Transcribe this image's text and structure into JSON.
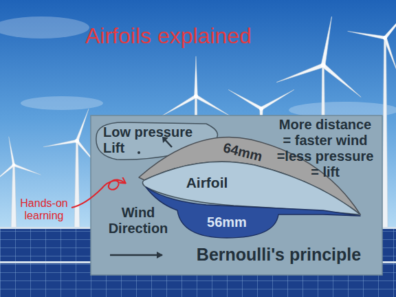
{
  "diagram": {
    "title": "Airfoils explained",
    "nodes": [
      {
        "text": [
          "Low pressure Lift"
        ]
      },
      {
        "text": [
          "64mm"
        ]
      },
      {
        "text": [
          "Airfoil"
        ]
      },
      {
        "text": [
          "56mm"
        ]
      }
    ],
    "labels": [
      "More distance = faster wind =less pressure = lift",
      "Wind Direction",
      "Bernoulli's principle",
      "Hands-on learning"
    ]
  }
}
